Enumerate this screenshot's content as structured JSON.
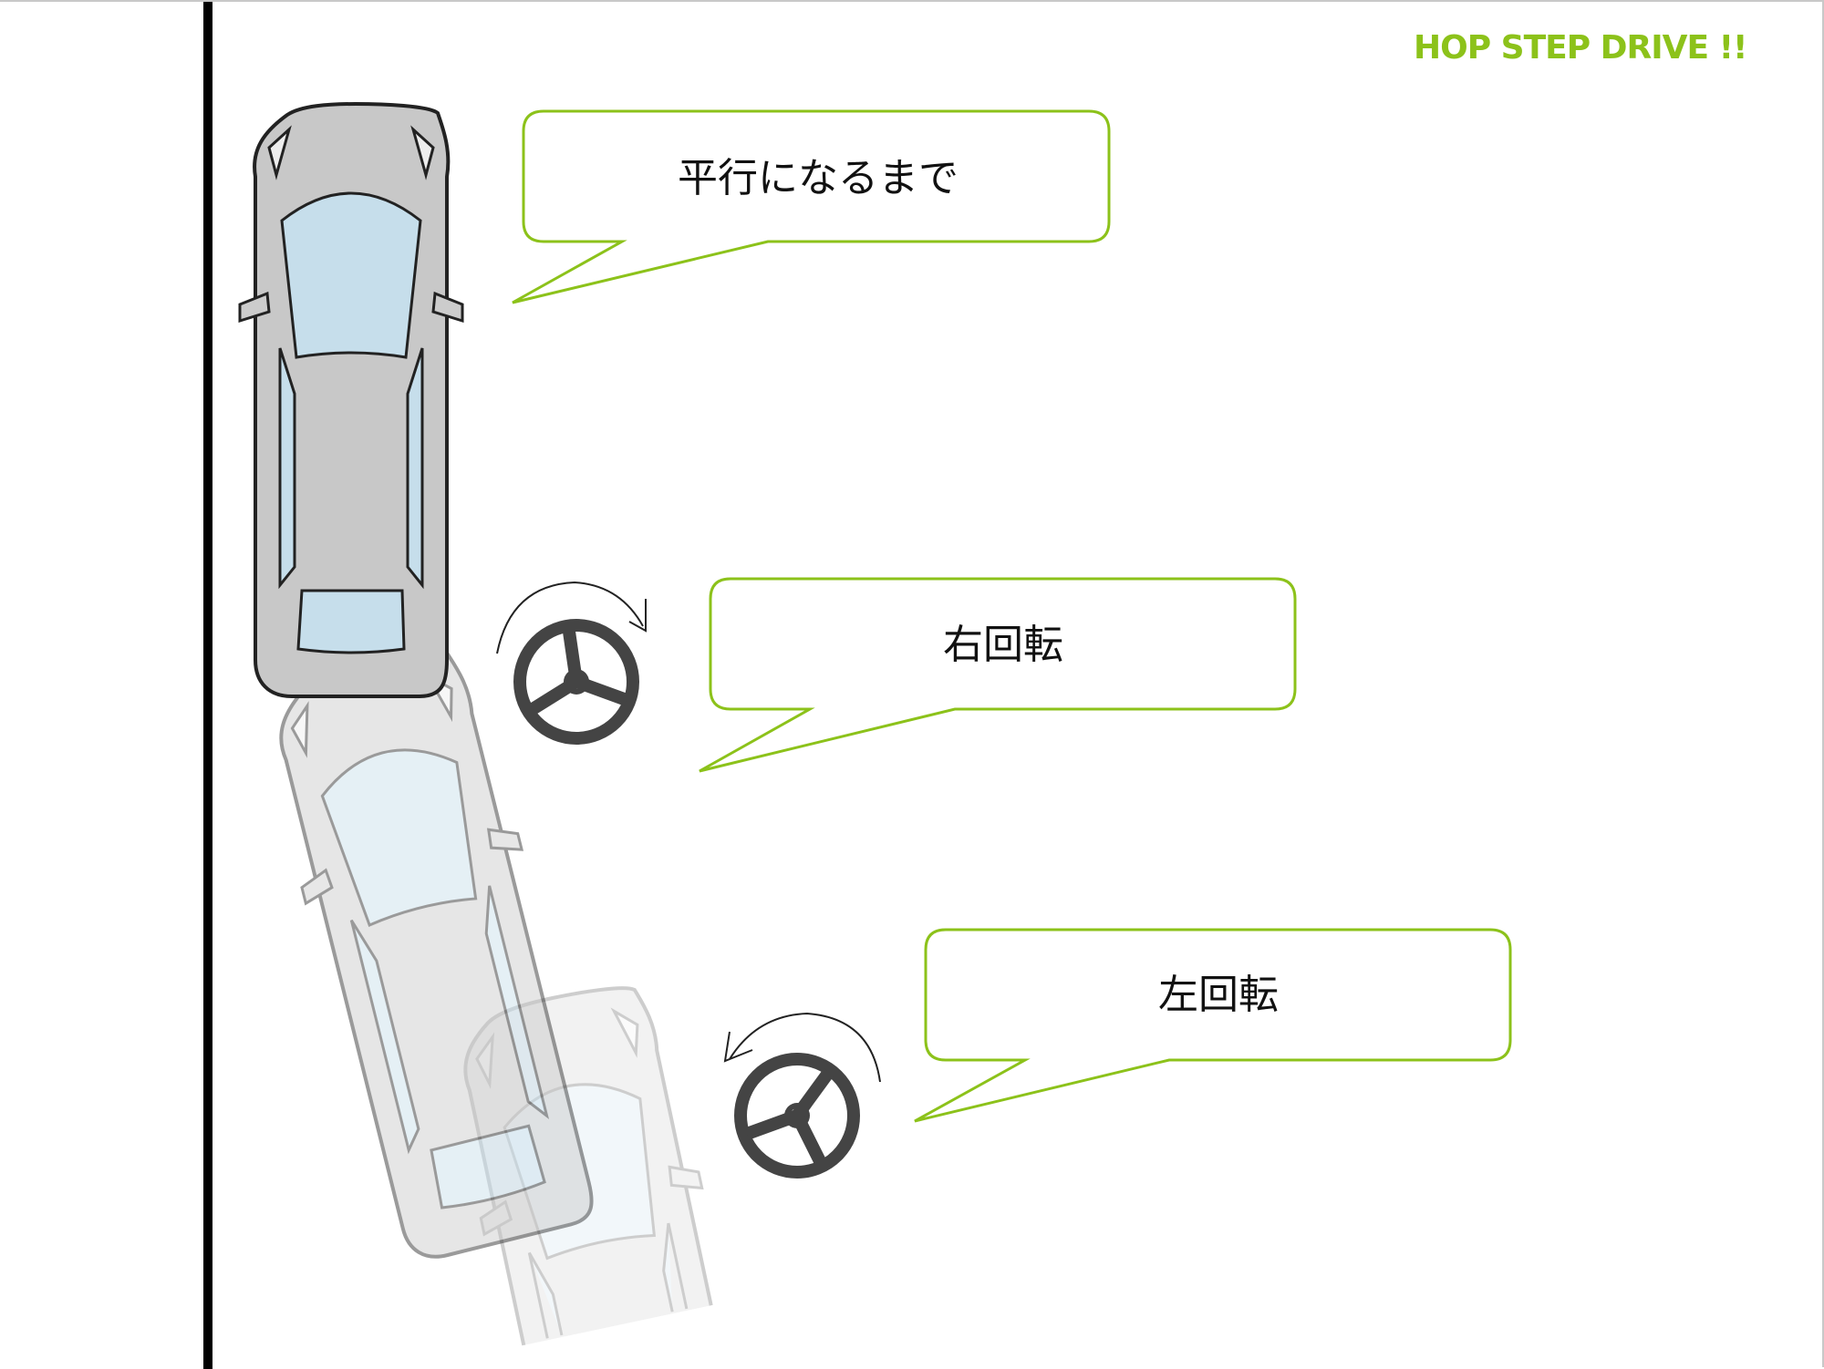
{
  "brand": "HOP STEP DRIVE !!",
  "colors": {
    "accent": "#8cc21a",
    "car_body": "#c8c8c8",
    "glass": "#c6deeb",
    "wheel": "#444444"
  },
  "bubbles": [
    {
      "text": "平行になるまで"
    },
    {
      "text": "右回転",
      "wheel_direction": "clockwise"
    },
    {
      "text": "左回転",
      "wheel_direction": "counterclockwise"
    }
  ],
  "icons": [
    "car-icon",
    "steering-wheel-icon",
    "rotate-arrow-icon"
  ]
}
